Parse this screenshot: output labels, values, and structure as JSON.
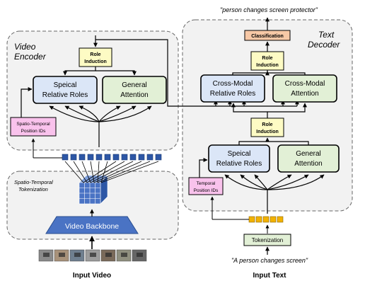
{
  "video_encoder": {
    "title_line1": "Video",
    "title_line2": "Encoder",
    "role_induction_line1": "Role",
    "role_induction_line2": "Induction",
    "special_roles_line1": "Speical",
    "special_roles_line2": "Relative Roles",
    "general_attention_line1": "General",
    "general_attention_line2": "Attention",
    "position_ids_line1": "Spatio-Temporal",
    "position_ids_line2": "Position IDs"
  },
  "tokenization_panel": {
    "label_line1": "Spatio-Temporal",
    "label_line2": "Tokenization",
    "backbone": "Video Backbone"
  },
  "text_decoder": {
    "title_line1": "Text",
    "title_line2": "Decoder",
    "classification": "Classification",
    "top_role_induction_line1": "Role",
    "top_role_induction_line2": "Induction",
    "cross_modal_roles_line1": "Cross-Modal",
    "cross_modal_roles_line2": "Relative Roles",
    "cross_modal_attention_line1": "Cross-Modal",
    "cross_modal_attention_line2": "Attention",
    "mid_role_induction_line1": "Role",
    "mid_role_induction_line2": "Induction",
    "special_roles_line1": "Speical",
    "special_roles_line2": "Relative Roles",
    "general_attention_line1": "General",
    "general_attention_line2": "Attention",
    "position_ids_line1": "Temporal",
    "position_ids_line2": "Position IDs",
    "tokenization": "Tokenization"
  },
  "output_caption": "\"person changes screen protector\"",
  "input_caption": "\"A person changes screen\"",
  "input_video_label": "Input Video",
  "input_text_label": "Input Text",
  "colors": {
    "role_induction": "#fdfbc4",
    "relative_roles": "#dbe6f7",
    "attention": "#e2f0d6",
    "position_ids": "#f9c2ec",
    "classification": "#f7c8a6",
    "backbone": "#4a73c4",
    "panel": "#f2f2f2",
    "token_video": "#2d57a6",
    "token_text": "#f2b200"
  }
}
